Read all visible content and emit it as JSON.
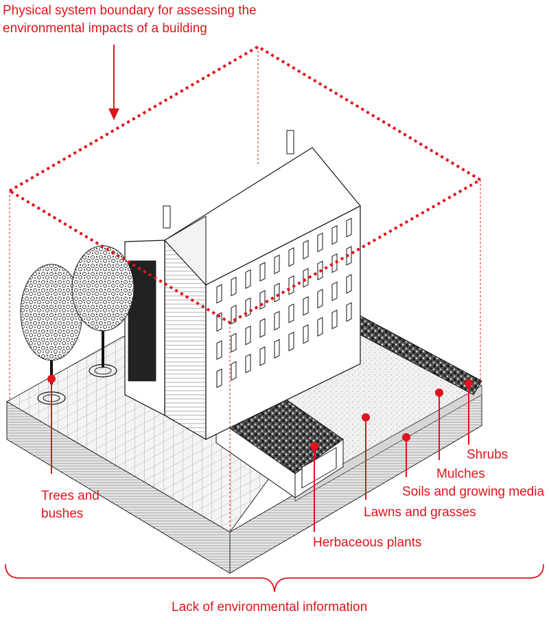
{
  "colors": {
    "accent": "#e0141b",
    "line": "#1a1a1a",
    "ground": "#eeeeee"
  },
  "labels": {
    "boundary_line1": "Physical system boundary for assessing the",
    "boundary_line2": "environmental impacts of a building",
    "trees_line1": "Trees and",
    "trees_line2": "bushes",
    "herbaceous": "Herbaceous plants",
    "lawns": "Lawns and grasses",
    "soils": "Soils and growing media",
    "mulches": "Mulches",
    "shrubs": "Shrubs",
    "lack": "Lack of environmental information"
  }
}
